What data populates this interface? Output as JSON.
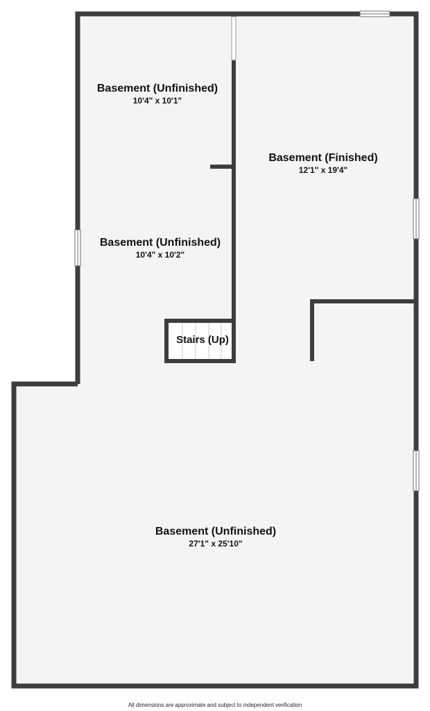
{
  "rooms": {
    "upper_left": {
      "name": "Basement (Unfinished)",
      "dims": "10'4\" x 10'1\""
    },
    "middle_left": {
      "name": "Basement (Unfinished)",
      "dims": "10'4\" x 10'2\""
    },
    "right": {
      "name": "Basement (Finished)",
      "dims": "12'1\" x 19'4\""
    },
    "bottom": {
      "name": "Basement (Unfinished)",
      "dims": "27'1\" x 25'10\""
    },
    "stairs": {
      "name": "Stairs (Up)"
    }
  },
  "footer": {
    "disclaimer": "All dimensions are approximate and subject to independent verification"
  },
  "colors": {
    "wall": "#3d3d3d",
    "floor": "#f4f4f4",
    "window": "#ffffff"
  }
}
